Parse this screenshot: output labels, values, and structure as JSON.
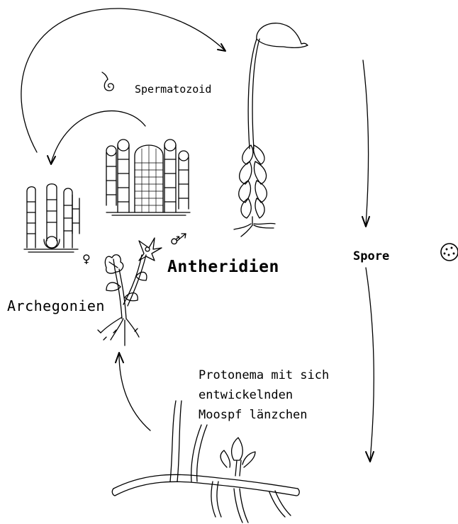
{
  "labels": {
    "spermatozoid": "Spermatozoid",
    "antheridien": "Antheridien",
    "archegonien": "Archegonien",
    "spore": "Spore",
    "protonema": [
      "Protonema mit sich",
      "entwickelnden",
      "Moospf länzchen"
    ]
  },
  "symbols": {
    "female": "♀",
    "male": "♂"
  }
}
